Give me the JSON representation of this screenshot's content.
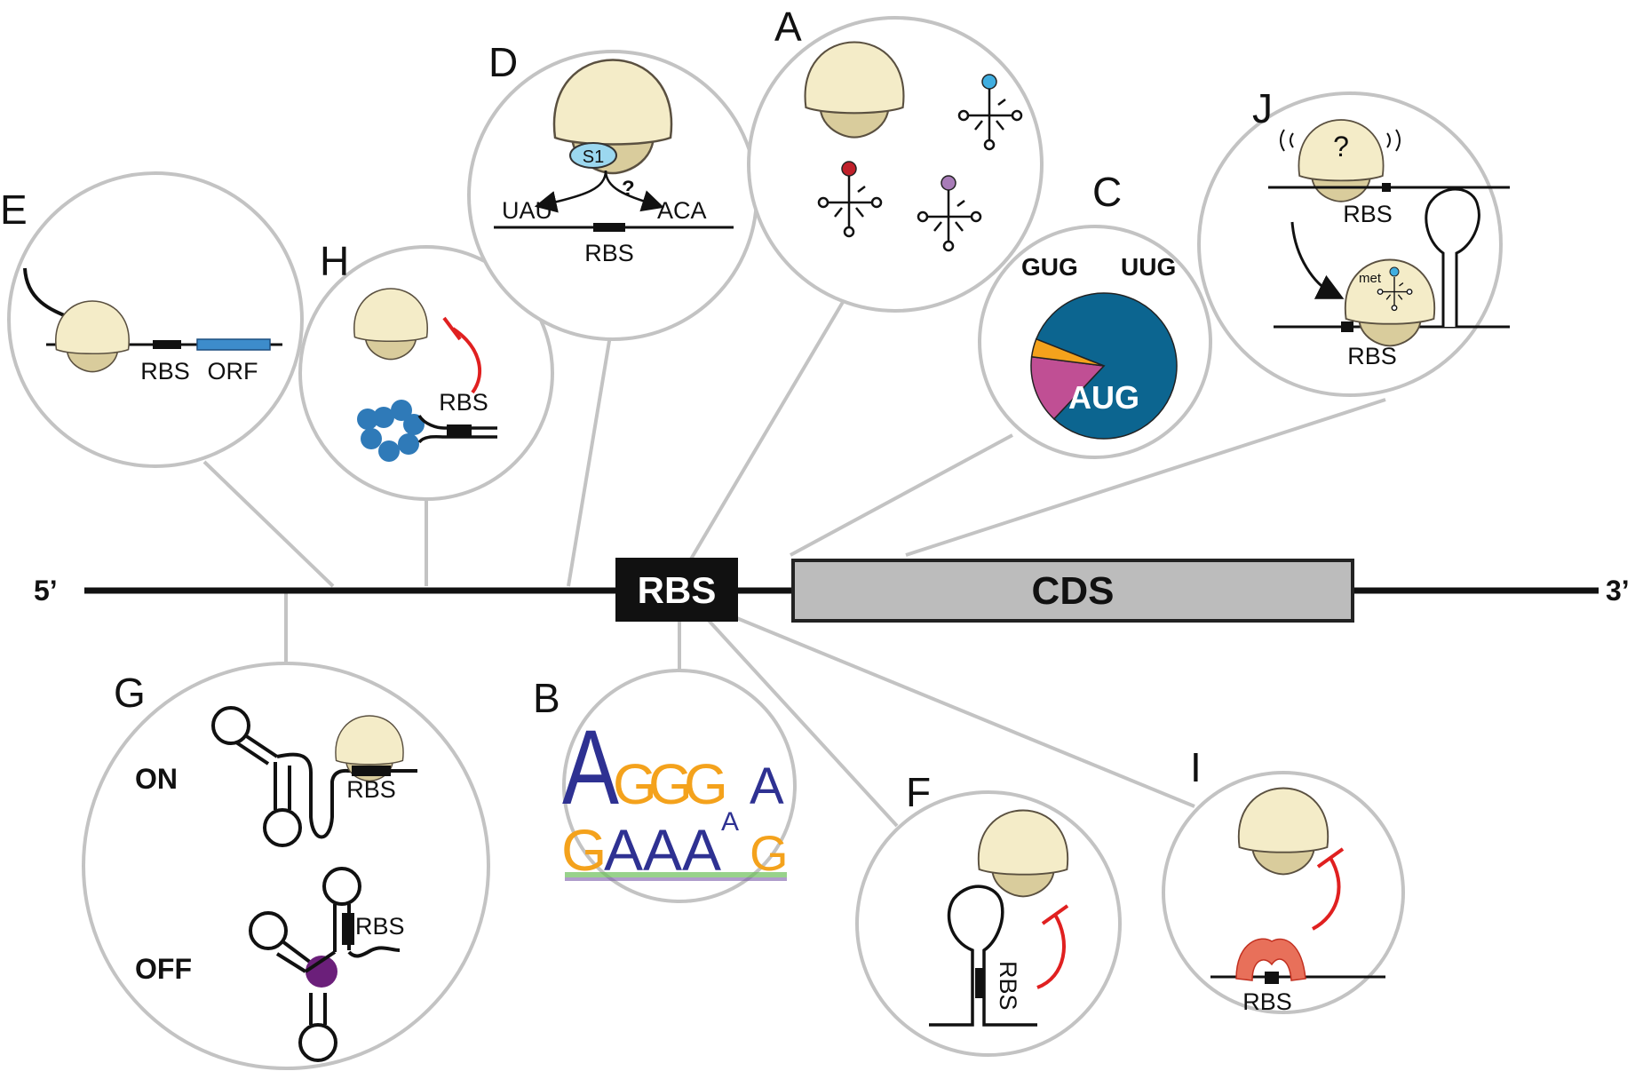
{
  "main_line": {
    "five_prime": "5’",
    "three_prime": "3’",
    "rbs": "RBS",
    "cds": "CDS"
  },
  "panels": {
    "A": {
      "letter": "A"
    },
    "B": {
      "letter": "B",
      "logo_top": [
        "A",
        "G",
        "G",
        "G",
        "A"
      ],
      "logo_bottom": [
        "G",
        "A",
        "A",
        "A",
        "G"
      ],
      "logo_mid": "A"
    },
    "C": {
      "letter": "C",
      "codons": {
        "gug": "GUG",
        "uug": "UUG",
        "aug": "AUG"
      },
      "pie": [
        {
          "label": "AUG",
          "fraction": 0.81,
          "color": "#0c6590"
        },
        {
          "label": "GUG",
          "fraction": 0.15,
          "color": "#c04f94"
        },
        {
          "label": "UUG",
          "fraction": 0.04,
          "color": "#f4a21c"
        }
      ]
    },
    "D": {
      "letter": "D",
      "s1": "S1",
      "uau": "UAU",
      "aca": "ACA",
      "question": "?",
      "rbs": "RBS"
    },
    "E": {
      "letter": "E",
      "rbs": "RBS",
      "orf": "ORF"
    },
    "F": {
      "letter": "F",
      "rbs": "RBS"
    },
    "G": {
      "letter": "G",
      "on": "ON",
      "off": "OFF",
      "rbs_on": "RBS",
      "rbs_off": "RBS"
    },
    "H": {
      "letter": "H",
      "rbs": "RBS"
    },
    "I": {
      "letter": "I",
      "rbs": "RBS"
    },
    "J": {
      "letter": "J",
      "question": "?",
      "rbs_top": "RBS",
      "rbs_bottom": "RBS",
      "met": "met"
    }
  },
  "colors": {
    "ribosome_light": "#f4ecc8",
    "ribosome_dark": "#d9cc9c",
    "ribosome_stroke": "#5a5040",
    "hfq": "#2f7ab8",
    "orf": "#3d8ccb",
    "s1": "#9bd7ef",
    "trna_red": "#c0202a",
    "trna_blue": "#40aee0",
    "trna_purple": "#a87cb8",
    "repress": "#e02020",
    "riboswitch_ligand": "#6b1f7a"
  }
}
